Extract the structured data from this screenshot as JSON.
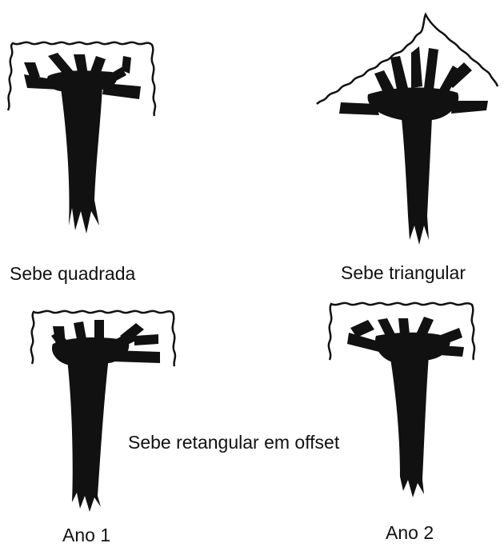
{
  "colors": {
    "ink": "#111111",
    "background": "#ffffff"
  },
  "diagrams": [
    {
      "id": "square",
      "caption": "Sebe quadrada",
      "hedge_shape": "square"
    },
    {
      "id": "triangle",
      "caption": "Sebe triangular",
      "hedge_shape": "triangle"
    },
    {
      "id": "year1",
      "caption": "Ano 1",
      "hedge_shape": "rectangle-offset"
    },
    {
      "id": "year2",
      "caption": "Ano 2",
      "hedge_shape": "rectangle-offset"
    }
  ],
  "shared_caption": {
    "text": "Sebe retangular em offset"
  }
}
